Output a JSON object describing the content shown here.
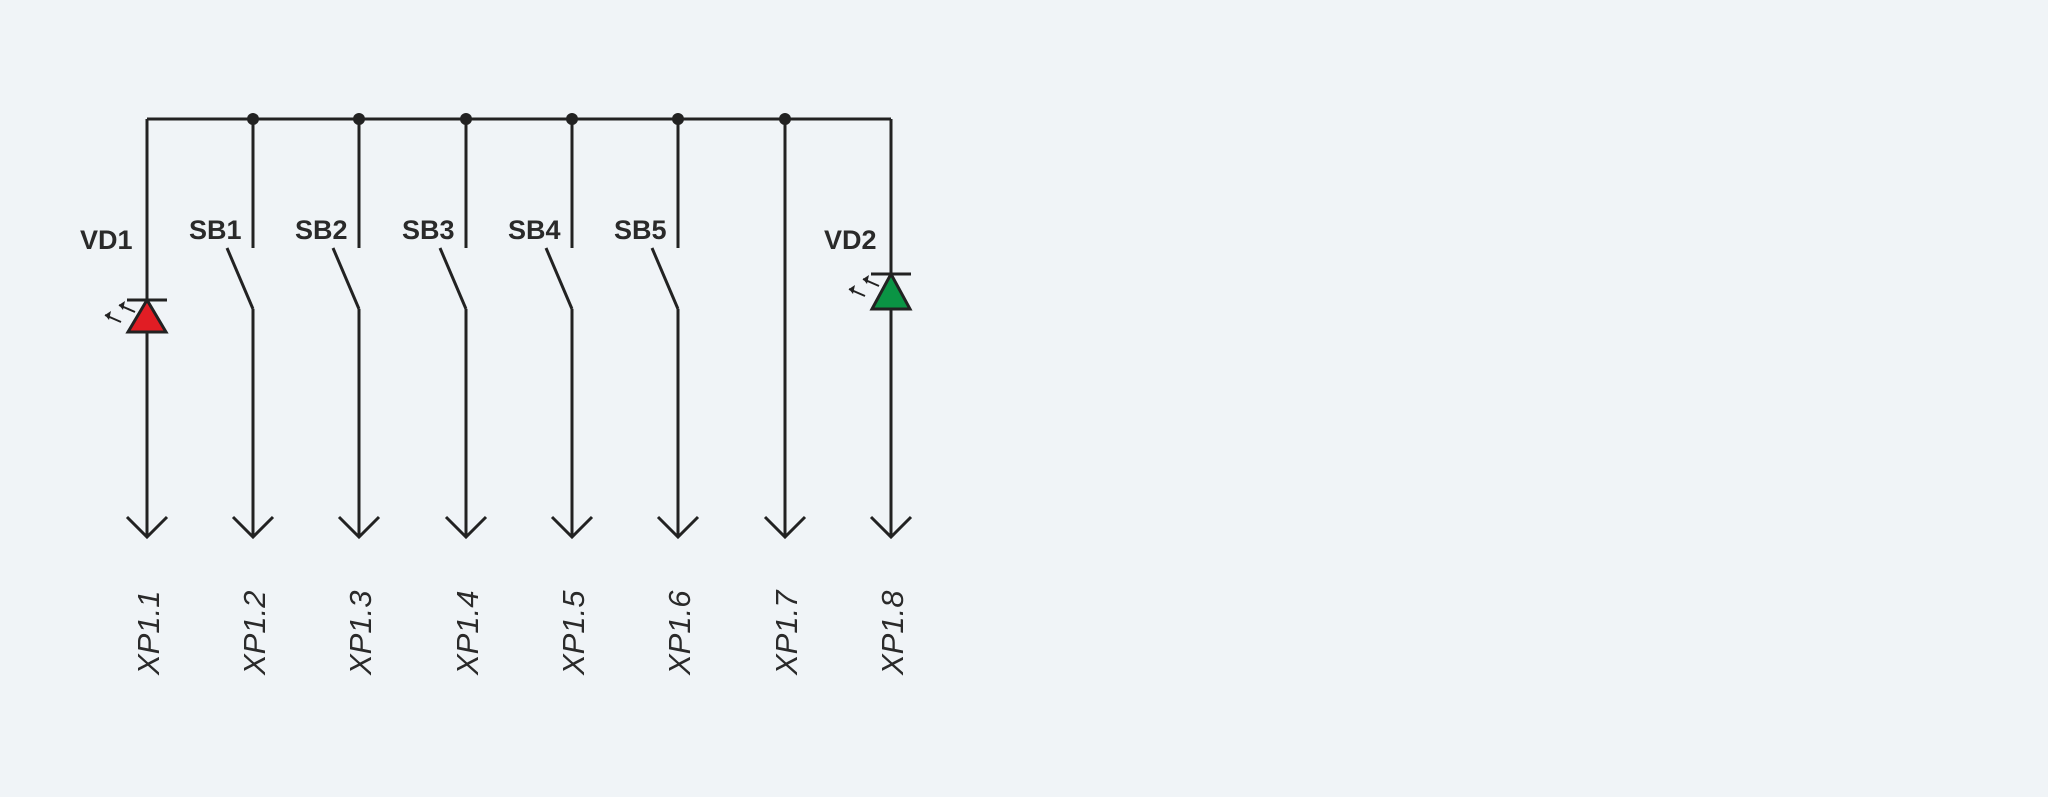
{
  "components": {
    "vd1": {
      "label": "VD1",
      "fill": "#e11d24"
    },
    "vd2": {
      "label": "VD2",
      "fill": "#0a9444"
    },
    "switches": [
      "SB1",
      "SB2",
      "SB3",
      "SB4",
      "SB5"
    ]
  },
  "connector": {
    "pins": [
      "XP1.1",
      "XP1.2",
      "XP1.3",
      "XP1.4",
      "XP1.5",
      "XP1.6",
      "XP1.7",
      "XP1.8"
    ]
  },
  "colors": {
    "background": "#f0f4f7",
    "wire": "#222222"
  }
}
